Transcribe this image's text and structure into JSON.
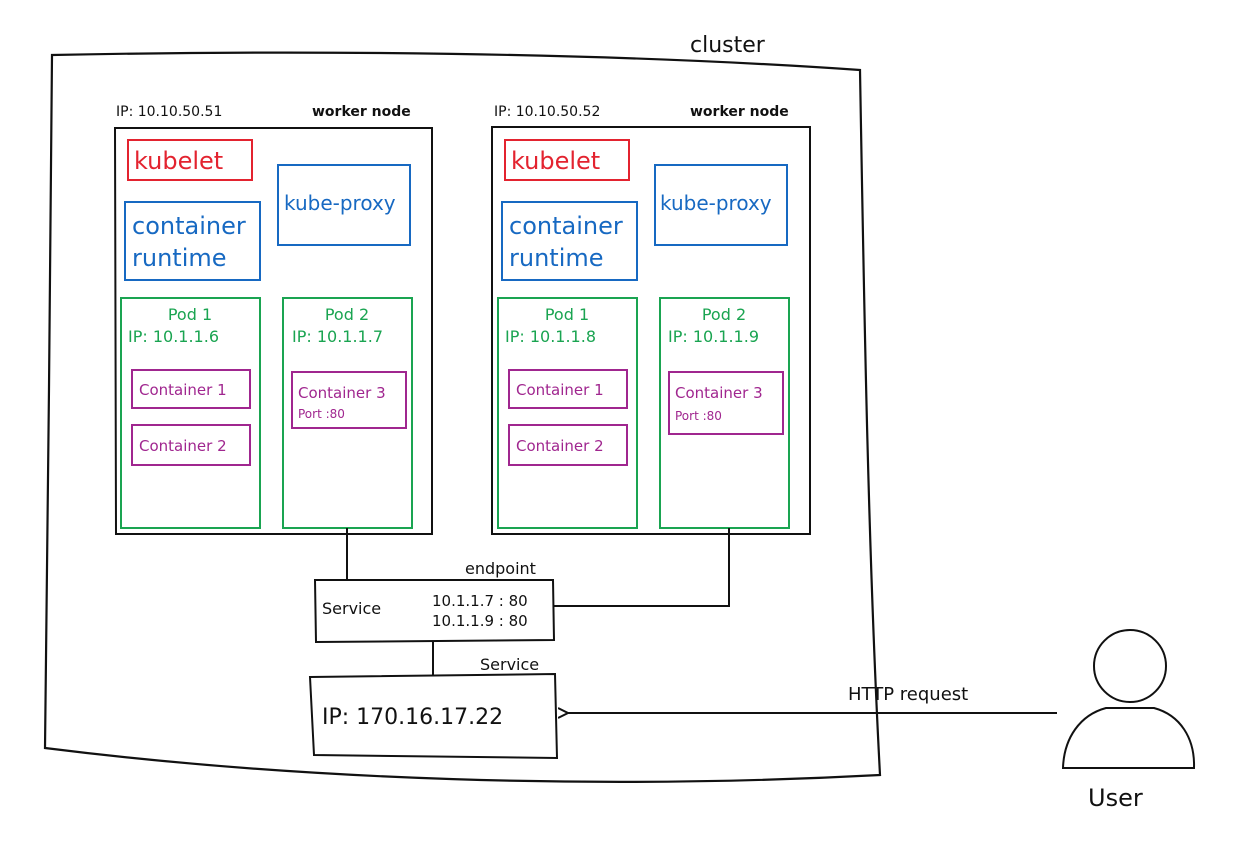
{
  "cluster": {
    "label": "cluster"
  },
  "nodes": [
    {
      "ip": "IP: 10.10.50.51",
      "role": "worker node",
      "kubelet": "kubelet",
      "kube_proxy": "kube-proxy",
      "runtime_line1": "container",
      "runtime_line2": "runtime",
      "pods": [
        {
          "name": "Pod 1",
          "ip": "IP: 10.1.1.6",
          "containers": [
            {
              "name": "Container 1",
              "port": ""
            },
            {
              "name": "Container 2",
              "port": ""
            }
          ]
        },
        {
          "name": "Pod 2",
          "ip": "IP: 10.1.1.7",
          "containers": [
            {
              "name": "Container 3",
              "port": "Port :80"
            }
          ]
        }
      ]
    },
    {
      "ip": "IP: 10.10.50.52",
      "role": "worker node",
      "kubelet": "kubelet",
      "kube_proxy": "kube-proxy",
      "runtime_line1": "container",
      "runtime_line2": "runtime",
      "pods": [
        {
          "name": "Pod 1",
          "ip": "IP: 10.1.1.8",
          "containers": [
            {
              "name": "Container 1",
              "port": ""
            },
            {
              "name": "Container 2",
              "port": ""
            }
          ]
        },
        {
          "name": "Pod 2",
          "ip": "IP: 10.1.1.9",
          "containers": [
            {
              "name": "Container 3",
              "port": "Port :80"
            }
          ]
        }
      ]
    }
  ],
  "endpoint": {
    "heading": "endpoint",
    "label": "Service",
    "entries": [
      "10.1.1.7 : 80",
      "10.1.1.9 : 80"
    ]
  },
  "service": {
    "heading": "Service",
    "ip": "IP: 170.16.17.22"
  },
  "request": {
    "label": "HTTP request"
  },
  "user": {
    "label": "User"
  },
  "colors": {
    "ink": "#111111",
    "kubelet": "#e3232f",
    "infra": "#1769c2",
    "pod": "#1aa451",
    "container": "#a0268f"
  }
}
